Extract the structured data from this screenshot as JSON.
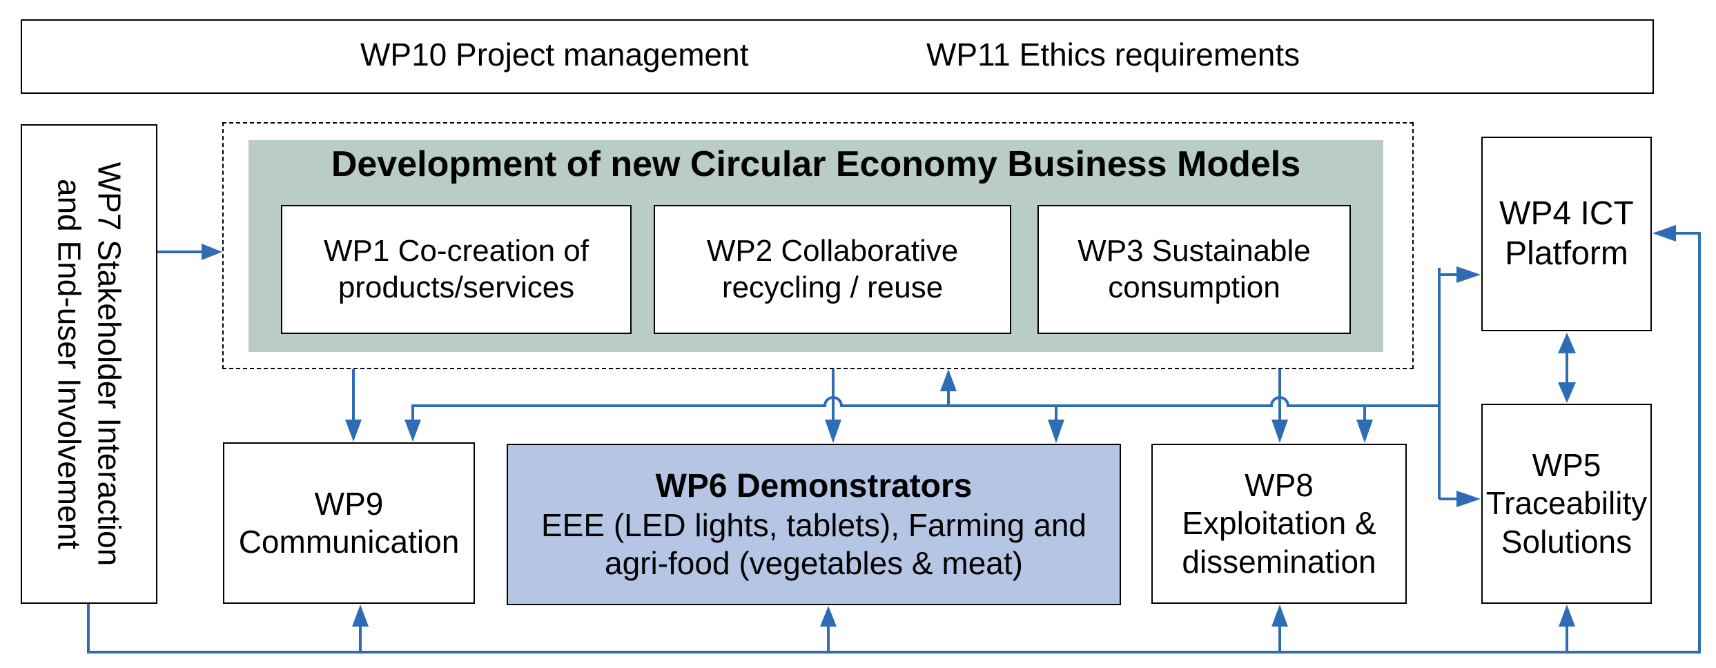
{
  "top_bar": {
    "item1": "WP10 Project management",
    "item2": "WP11 Ethics requirements"
  },
  "wp7": {
    "line1": "WP7 Stakeholder Interaction",
    "line2": "and End-user Involvement"
  },
  "development": {
    "title": "Development of new Circular Economy Business Models",
    "wp1": {
      "line1": "WP1 Co-creation of",
      "line2": "products/services"
    },
    "wp2": {
      "line1": "WP2 Collaborative",
      "line2": "recycling / reuse"
    },
    "wp3": {
      "line1": "WP3 Sustainable",
      "line2": "consumption"
    }
  },
  "wp9": {
    "line1": "WP9",
    "line2": "Communication"
  },
  "wp6": {
    "title": "WP6 Demonstrators",
    "line1": "EEE (LED lights, tablets), Farming and",
    "line2": "agri-food (vegetables & meat)"
  },
  "wp8": {
    "line1": "WP8",
    "line2": "Exploitation &",
    "line3": "dissemination"
  },
  "wp4": {
    "line1": "WP4 ICT",
    "line2": "Platform"
  },
  "wp5": {
    "line1": "WP5",
    "line2": "Traceability",
    "line3": "Solutions"
  },
  "colors": {
    "connector": "#2e6db4",
    "development_panel": "#b9cdc4",
    "wp6_fill": "#b5c6e4"
  }
}
